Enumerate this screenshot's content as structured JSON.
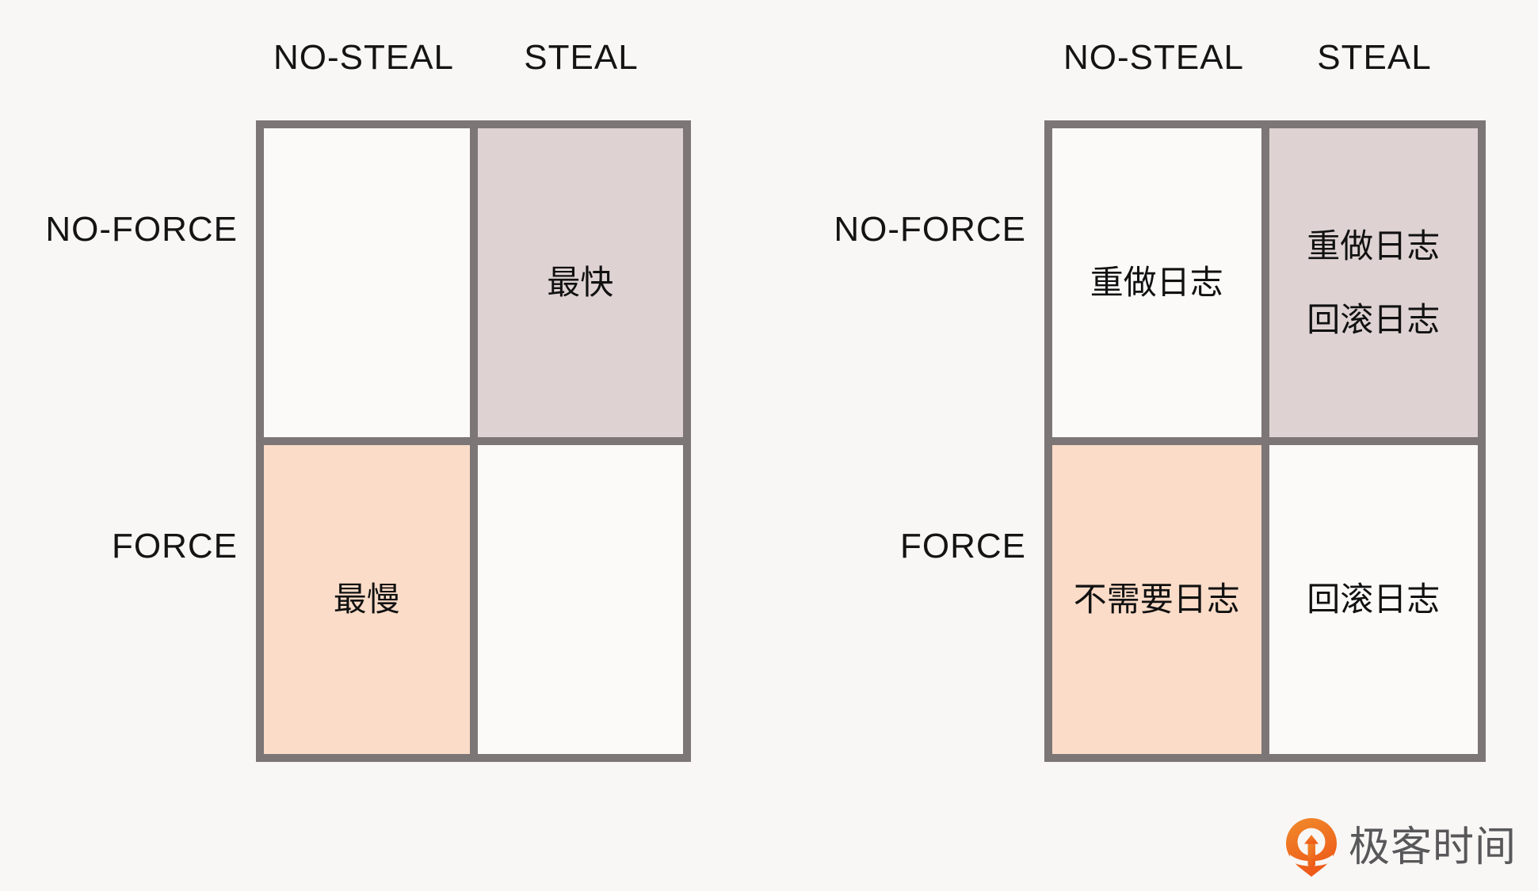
{
  "background_color": "#f8f7f6",
  "border_color": "#7d7676",
  "colors": {
    "cell_white": "#fbfaf9",
    "cell_mauve": "#ded3d2",
    "cell_peach": "#fadcc8",
    "text": "#111111",
    "logo_orange": "#ee7623",
    "logo_text_gray": "#58585a"
  },
  "matrices": [
    {
      "id": "performance-matrix",
      "column_headers": [
        "NO-STEAL",
        "STEAL"
      ],
      "row_labels": [
        "NO-FORCE",
        "FORCE"
      ],
      "cells": [
        {
          "row": "NO-FORCE",
          "column": "NO-STEAL",
          "lines": [],
          "fill": "white"
        },
        {
          "row": "NO-FORCE",
          "column": "STEAL",
          "lines": [
            "最快"
          ],
          "fill": "mauve"
        },
        {
          "row": "FORCE",
          "column": "NO-STEAL",
          "lines": [
            "最慢"
          ],
          "fill": "peach"
        },
        {
          "row": "FORCE",
          "column": "STEAL",
          "lines": [],
          "fill": "white"
        }
      ]
    },
    {
      "id": "logging-matrix",
      "column_headers": [
        "NO-STEAL",
        "STEAL"
      ],
      "row_labels": [
        "NO-FORCE",
        "FORCE"
      ],
      "cells": [
        {
          "row": "NO-FORCE",
          "column": "NO-STEAL",
          "lines": [
            "重做日志"
          ],
          "fill": "white"
        },
        {
          "row": "NO-FORCE",
          "column": "STEAL",
          "lines": [
            "重做日志",
            "回滚日志"
          ],
          "fill": "mauve"
        },
        {
          "row": "FORCE",
          "column": "NO-STEAL",
          "lines": [
            "不需要日志"
          ],
          "fill": "peach"
        },
        {
          "row": "FORCE",
          "column": "STEAL",
          "lines": [
            "回滚日志"
          ],
          "fill": "white"
        }
      ]
    }
  ],
  "logo": {
    "name": "geektime-logo",
    "mark": "geektime-pin-icon",
    "text": "极客时间"
  }
}
